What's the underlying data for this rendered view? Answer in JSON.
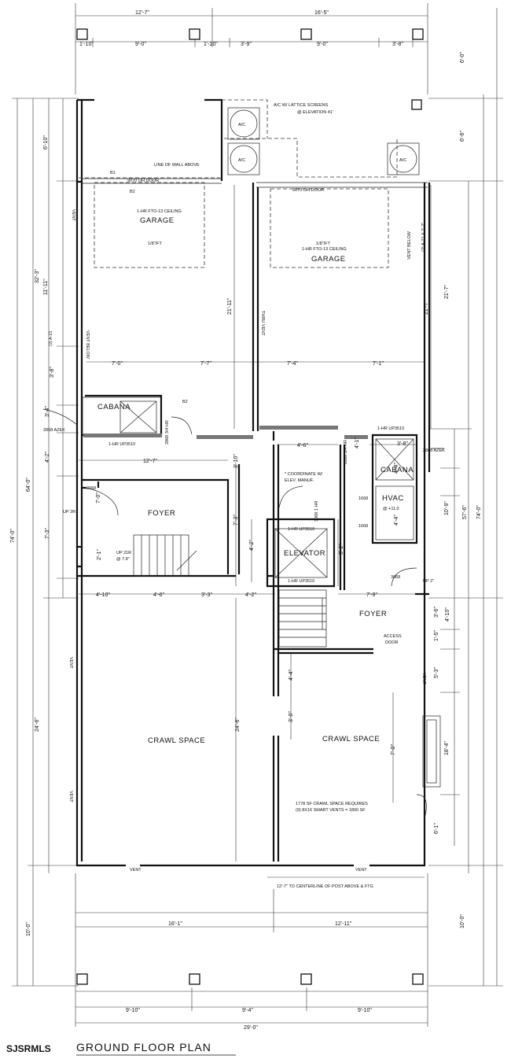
{
  "title": "GROUND FLOOR PLAN",
  "watermark": "SJSRMLS",
  "rooms": {
    "garage_left": "GARAGE",
    "garage_right": "GARAGE",
    "cabana_left": "CABANA",
    "cabana_right": "CABANA",
    "foyer_left": "FOYER",
    "foyer_right": "FOYER",
    "elevator": "ELEVATOR",
    "hvac": "HVAC",
    "crawl_left": "CRAWL SPACE",
    "crawl_right": "CRAWL SPACE"
  },
  "notes": {
    "ac_screens": "A/C W/ LATTICE SCREENS",
    "ac_elev": "@ ELEVATION 41'",
    "ac": "A/C",
    "line_of_wall": "LINE OF WALL ABOVE",
    "door_left": "9070 OH DOOR",
    "door_right": "9070 OH DOOR",
    "ceiling_left": "1-HR FTO-13 CEILING",
    "slope_left": "1/8\"/FT",
    "slope_right": "1/8\"/FT",
    "ceiling_right": "1-HR FTO-13 CEILING",
    "vent": "VENT",
    "vent_below": "VENT BELOW",
    "thru_vent": "THRU VENT",
    "azek_left": "2868 AZEK",
    "azek_right": "2868 AZEK",
    "hr_left": "1-HR UP3510",
    "hr_right": "1-HR UP3510",
    "hr_elev_top": "1-HR UP3510",
    "hr_elev_bot": "1-HR UP3510",
    "door_3068_left": "3068",
    "door_3068_right": "3068",
    "coordinate": "* COORDINATE W/",
    "elev_manuf": "ELEV. MANUF.",
    "hr_2868_left": "2868 3/4 HR",
    "hr_2868_right": "2868 3/4 HR",
    "hr_3068": "3068 1 HR",
    "d1668_top": "1668",
    "d1668_bot": "1668",
    "hvac_elev": "@ +11.0",
    "up_2r": "UP 2R",
    "up_21r": "UP 21R",
    "up_21r_b": "@ 7.8\"",
    "up_2_right": "UP 2\"",
    "access_door": "ACCESS",
    "access_door2": "DOOR",
    "crawl_note1": "1778 SF CRAWL SPACE REQUIRES",
    "crawl_note2": "(9) 8X16 SMART VENTS = 1800 SF",
    "centerline": "12'-7\" TO CENTERLINE OF POST ABOVE & FTG",
    "a21_left": "(2) A-21",
    "a21_right": "(2) A-21 & 2'-2\"",
    "b2": "B2",
    "b1": "B1"
  },
  "dimensions": {
    "top_overall_left": "12'-7\"",
    "top_overall_right": "16'-5\"",
    "top_seg": [
      "1'-10\"",
      "9'-0\"",
      "1'-10\"",
      "3'-9\"",
      "9'-0\"",
      "3'-8\""
    ],
    "right_outer": [
      "6'-0\"",
      "6'-6\"",
      "21'-7\"",
      "10'-9\"",
      "18'-4\"",
      "10'-0\""
    ],
    "right_mid": [
      "57'-6\"",
      "74'-0\""
    ],
    "right_small": [
      "3'-8\"",
      "4'-4\"",
      "3'-6\"",
      "4'-10\"",
      "1'-5\"",
      "5'-3\"",
      "6'-1\""
    ],
    "left_outer": [
      "74'-0\"",
      "64'-0\"",
      "32'-3\"",
      "24'-6\"",
      "10'-0\""
    ],
    "left_small": [
      "6'-10\"",
      "11'-11\"",
      "3'-8\"",
      "3'-4\"",
      "4'-2\"",
      "7'-3\"",
      "2'-1\""
    ],
    "interior": [
      "21'-11\"",
      "21'-7\"",
      "7'-0\"",
      "7'-7\"",
      "7'-4\"",
      "7'-1\"",
      "12'-7\"",
      "3'-10\"",
      "7'-0\"",
      "7'-3\"",
      "4'-2\"",
      "5'-2\"",
      "4'-1\"",
      "4'-6\"",
      "24'-6\"",
      "4'-4\"",
      "3'-0\"",
      "7'-0\"",
      "7'-9\"",
      "4'-4\""
    ],
    "mid_row": [
      "4'-10\"",
      "4'-6\"",
      "3'-3\"",
      "4'-2\""
    ],
    "bottom_row1": [
      "16'-1\"",
      "12'-11\""
    ],
    "bottom_row2": [
      "9'-10\"",
      "9'-4\"",
      "9'-10\""
    ],
    "bottom_overall": "29'-0\""
  }
}
